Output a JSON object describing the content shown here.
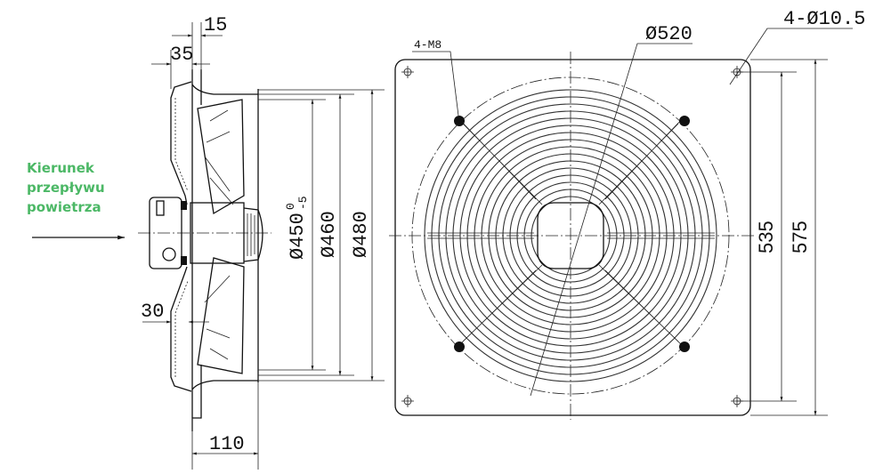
{
  "flow_label": {
    "line1": "Kierunek",
    "line2": "przepływu",
    "line3": "powietrza",
    "color": "#4cb866"
  },
  "side_view": {
    "dim_15": "15",
    "dim_35": "35",
    "dim_30": "30",
    "dim_110": "110",
    "dia_450": "Ø450",
    "dia_450_tol_upper": "0",
    "dia_450_tol_lower": "-5",
    "dia_460": "Ø460",
    "dia_480": "Ø480"
  },
  "front_view": {
    "thread_label": "4-M8",
    "guard_dia": "Ø520",
    "holes_label": "4-Ø10.5",
    "dim_535": "535",
    "dim_575": "575"
  }
}
